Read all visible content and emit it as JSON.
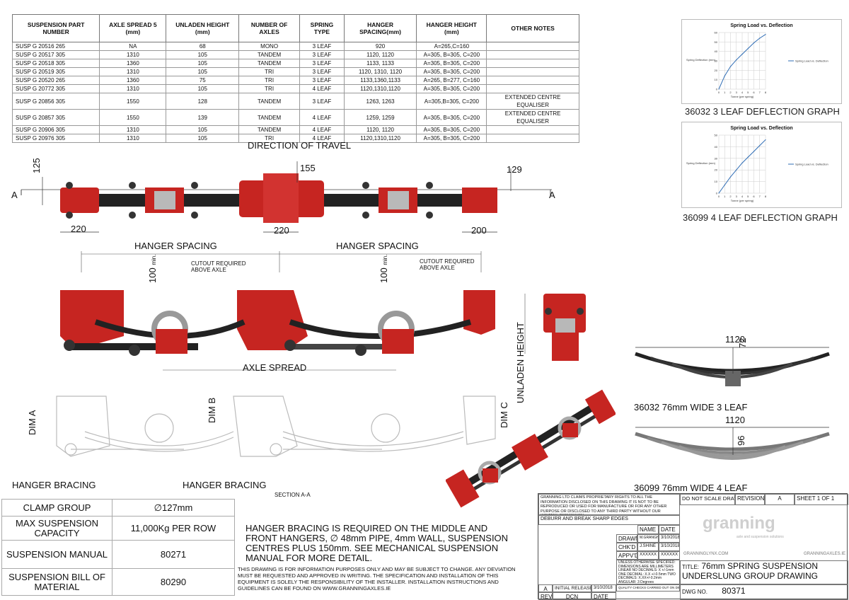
{
  "spec_table": {
    "headers": [
      "SUSPENSION PART NUMBER",
      "AXLE SPREAD  5 (mm)",
      "UNLADEN HEIGHT (mm)",
      "NUMBER OF AXLES",
      "SPRING TYPE",
      "HANGER SPACING(mm)",
      "HANGER HEIGHT (mm)",
      "OTHER NOTES"
    ],
    "rows": [
      [
        "SUSP G 20516 265",
        "NA",
        "68",
        "MONO",
        "3 LEAF",
        "920",
        "A=265,C=160",
        ""
      ],
      [
        "SUSP G 20517 305",
        "1310",
        "105",
        "TANDEM",
        "3 LEAF",
        "1120, 1120",
        "A=305, B=305, C=200",
        ""
      ],
      [
        "SUSP G 20518 305",
        "1360",
        "105",
        "TANDEM",
        "3 LEAF",
        "1133, 1133",
        "A=305, B=305, C=200",
        ""
      ],
      [
        "SUSP G 20519 305",
        "1310",
        "105",
        "TRI",
        "3 LEAF",
        "1120, 1310, 1120",
        "A=305, B=305, C=200",
        ""
      ],
      [
        "SUSP G 20520 265",
        "1360",
        "75",
        "TRI",
        "3 LEAF",
        "1133,1360,1133",
        "A=265, B=277, C=160",
        ""
      ],
      [
        "SUSP G 20772 305",
        "1310",
        "105",
        "TRI",
        "4 LEAF",
        "1120,1310,1120",
        "A=305, B=305, C=200",
        ""
      ],
      [
        "SUSP G 20856 305",
        "1550",
        "128",
        "TANDEM",
        "3 LEAF",
        "1263, 1263",
        "A=305,B=305, C=200",
        "EXTENDED CENTRE EQUALISER"
      ],
      [
        "SUSP G 20857 305",
        "1550",
        "139",
        "TANDEM",
        "4 LEAF",
        "1259, 1259",
        "A=305, B=305, C=200",
        "EXTENDED CENTRE EQUALISER"
      ],
      [
        "SUSP G 20906 305",
        "1310",
        "105",
        "TANDEM",
        "4 LEAF",
        "1120, 1120",
        "A=305, B=305, C=200",
        ""
      ],
      [
        "SUSP G 20976 305",
        "1310",
        "105",
        "TRI",
        "4 LEAF",
        "1120,1310,1120",
        "A=305, B=305, C=200",
        ""
      ]
    ]
  },
  "graphs": [
    {
      "title": "Spring Load vs. Deflection",
      "ylabel": "Spring Deflection (mm)",
      "xlabel": "Tonne (per spring)",
      "legend": "Spring Load vs. Deflection",
      "caption": "36032 3 LEAF DEFLECTION GRAPH",
      "chart_data": {
        "type": "line",
        "x": [
          0,
          1,
          2,
          3,
          4,
          5,
          6,
          7,
          8
        ],
        "values": [
          0,
          14,
          24,
          31,
          37,
          43,
          49,
          54,
          58
        ],
        "ylim": [
          0,
          60
        ]
      }
    },
    {
      "title": "Spring Load vs. Deflection",
      "ylabel": "Spring Deflection (mm)",
      "xlabel": "Tonne (per spring)",
      "legend": "Spring Load vs. Deflection",
      "caption": "36099 4 LEAF DEFLECTION GRAPH",
      "chart_data": {
        "type": "line",
        "x": [
          0,
          1,
          2,
          3,
          4,
          5,
          6,
          7,
          8
        ],
        "values": [
          0,
          7,
          14,
          20,
          26,
          31,
          36,
          41,
          46
        ],
        "ylim": [
          0,
          50
        ]
      }
    }
  ],
  "drawing": {
    "direction": "DIRECTION OF TRAVEL",
    "dims_top": {
      "left_h": "125",
      "mid_h": "155",
      "right_h": "129",
      "w1": "220",
      "w2": "220",
      "w3": "200",
      "section_a": "A"
    },
    "hanger_spacing": "HANGER SPACING",
    "cutout": "CUTOUT REQUIRED ABOVE AXLE",
    "min_100": "100",
    "min_label": "min.",
    "axle_spread": "AXLE SPREAD",
    "unladen_height": "UNLADEN HEIGHT",
    "dim_a": "DIM A",
    "dim_b": "DIM B",
    "dim_c": "DIM C",
    "hanger_bracing": "HANGER BRACING",
    "section": "SECTION A-A",
    "spring3": {
      "len": "1120",
      "h": "72",
      "caption": "36032 76mm WIDE 3 LEAF"
    },
    "spring4": {
      "len": "1120",
      "h": "96",
      "caption": "36099 76mm WIDE 4 LEAF"
    }
  },
  "info_table": [
    {
      "label": "CLAMP GROUP",
      "value": "∅127mm"
    },
    {
      "label": "MAX SUSPENSION CAPACITY",
      "value": "11,000Kg PER ROW"
    },
    {
      "label": "SUSPENSION MANUAL",
      "value": "80271"
    },
    {
      "label": "SUSPENSION BILL OF MATERIAL",
      "value": "80290"
    }
  ],
  "note": "HANGER BRACING IS REQUIRED ON THE MIDDLE AND FRONT HANGERS, ∅ 48mm PIPE, 4mm WALL, SUSPENSION CENTRES PLUS 150mm. SEE MECHANICAL SUSPENSION MANUAL FOR MORE DETAIL.",
  "disclaimer": "THIS DRAWING IS FOR INFORMATION PURPOSES ONLY AND MAY BE SUBJECT TO CHANGE. ANY DEVIATION MUST BE REQUESTED AND APPROVED IN WRITING. THE SPECIFICATION AND INSTALLATION OF THIS EQUIPMENT IS SOLELY THE RESPONSIBILITY OF THE INSTALLER. INSTALLATION INSTRUCTIONS AND GUIDELINES CAN BE FOUND ON WWW.GRANNINGAXLES.IE",
  "title_block": {
    "rights": "GRANNING LTD CLAIMS PROPRIETARY RIGHTS TO ALL THE INFORMATION DISCLOSED ON THIS DRAWING IT IS NOT TO BE REPRODUCED OR USED FOR MANUFACTURE OR FOR ANY OTHER PURPOSE OR DISCLOSED TO ANY THIRD PARTY WITHOUT OUR WRITTEN PERMISSION",
    "no_scale": "DO NOT SCALE DRAWING",
    "revision_label": "REVISION",
    "revision": "A",
    "sheet": "SHEET 1 OF 1",
    "deburr": "DEBURR AND BREAK SHARP EDGES",
    "name_hdr": "NAME",
    "date_hdr": "DATE",
    "drawn_label": "DRAWN",
    "drawn_name": "M.GRANGHAN",
    "drawn_date": "3/10/2018",
    "chkd_label": "CHK'D",
    "chkd_name": "J.SHINE",
    "chkd_date": "3/10/2018",
    "appvd_label": "APPV'D",
    "appvd_name": "XXXXXX",
    "appvd_date": "XXXXXX",
    "tolerances": "UNLESS OTHERWISE SPECIFIED: DIMENSIONS ARE MILLIMETERS LINEAR NO DECIMALS: X +/-1mm ONE DECIMAL: X.X +/-0.5mm TWO DECIMALS: X.XX+/-0.2mm ANGULAR: 3 Degrees",
    "quality": "QUALITY CHECKS CARRIED OUT ON DIMENSIONS IN BOXES",
    "rev_a": "A",
    "initial_release": "INITIAL RELEASE",
    "rev_date": "3/10/2018",
    "rev_hdr": "REV",
    "dcn_hdr": "DCN",
    "date_hdr2": "DATE",
    "logo": "granning",
    "logo_sub": "axle and suspension solutions",
    "web1": "GRANNINGLYNX.COM",
    "web2": "GRANNINGAXLES.IE",
    "title_label": "TITLE:",
    "title": "76mm SPRING SUSPENSION UNDERSLUNG GROUP DRAWING",
    "dwg_label": "DWG NO.",
    "dwg_no": "80371"
  }
}
